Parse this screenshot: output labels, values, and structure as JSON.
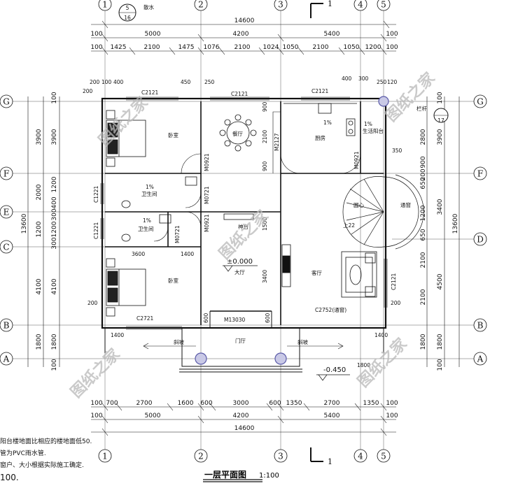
{
  "title": "一层平面图",
  "scale": "1:100",
  "section_marker": "1",
  "detail_ref": {
    "top": "5",
    "bottom": "16"
  },
  "detail_ref2": {
    "top": "",
    "bottom": "17"
  },
  "top_note": "散水",
  "axes_vertical": [
    "1",
    "2",
    "3",
    "4",
    "5"
  ],
  "axes_horizontal": [
    "G",
    "F",
    "E",
    "C",
    "D",
    "B",
    "A"
  ],
  "dims_top": {
    "total": "14600",
    "row2": [
      "5000",
      "4200",
      "5400"
    ],
    "row3": [
      "1425",
      "2100",
      "1475",
      "1076",
      "2100",
      "1024",
      "1050",
      "2100",
      "1050",
      "1200"
    ],
    "row3_edges": [
      "100",
      "100"
    ],
    "row2_edges": [
      "100",
      "100"
    ]
  },
  "dims_bottom": {
    "total": "14600",
    "row2": [
      "5000",
      "4200",
      "5400"
    ],
    "row3": [
      "700",
      "2700",
      "1600",
      "600",
      "3000",
      "600",
      "1350",
      "2700",
      "1350"
    ],
    "row3_edges": [
      "100",
      "100"
    ],
    "row2_edges": [
      "100",
      "100"
    ]
  },
  "dims_left": {
    "total": "13600",
    "row2": [
      "3900",
      "2000",
      "1200",
      "4100",
      "1800"
    ],
    "row3": [
      "3900",
      "1200",
      "400",
      "300",
      "1200",
      "300",
      "4100",
      "1800"
    ],
    "edges": [
      "100",
      "100"
    ]
  },
  "dims_right": {
    "total": "13600",
    "row2": [
      "3900",
      "3400",
      "4500",
      "1800"
    ],
    "row3": [
      "2800",
      "900",
      "200",
      "650",
      "1200",
      "650",
      "2100",
      "2100",
      "1800"
    ],
    "edges": [
      "100",
      "100"
    ]
  },
  "small_dims": [
    "200",
    "100",
    "400",
    "200",
    "450",
    "250",
    "400",
    "300",
    "250",
    "120",
    "900",
    "2100",
    "900",
    "350",
    "3600",
    "1400",
    "1500",
    "3400",
    "600",
    "600",
    "1400",
    "1400",
    "1800",
    "200",
    "200"
  ],
  "rooms": {
    "bedroom_top": "卧室",
    "dining": "餐厅",
    "kitchen": "厨房",
    "bath1": "卫生间",
    "bath2": "卫生间",
    "bedroom_bottom": "卧室",
    "altar": "神台",
    "hall": "大厅",
    "living": "客厅",
    "porch": "门厅",
    "stair_center": "圆心",
    "skylight": "通窗",
    "up": "上22",
    "balcony": "生活阳台",
    "railing": "栏杆"
  },
  "openings": {
    "C2121_a": "C2121",
    "C2121_b": "C2121",
    "C2121_c": "C2121",
    "C1221_a": "C1221",
    "C1221_b": "C1221",
    "C2721": "C2721",
    "M13030": "M13030",
    "C2752": "C2752(通窗)",
    "M0921_a": "M0921",
    "M0921_b": "M0921",
    "M0921_c": "M0921",
    "M0721_a": "M0721",
    "M0721_b": "M0721",
    "M2127": "M2127",
    "C2121_v": "C2121"
  },
  "slopes": {
    "bath1": "1%",
    "bath2": "1%",
    "kitchen": "1%",
    "balcony": "1%"
  },
  "ramps": [
    "斜坡",
    "斜坡"
  ],
  "levels": {
    "hall": "±0.000",
    "outdoor": "-0.450"
  },
  "watermark": "图纸之家",
  "notes": [
    "阳台楼地面比相应的楼地面低50.",
    "管为PVC雨水管.",
    "窗户、大小根据实际施工确定.",
    "100."
  ],
  "colors": {
    "line": "#111111",
    "accent": "#5a5aa8",
    "watermark": "#b9b9b9"
  }
}
